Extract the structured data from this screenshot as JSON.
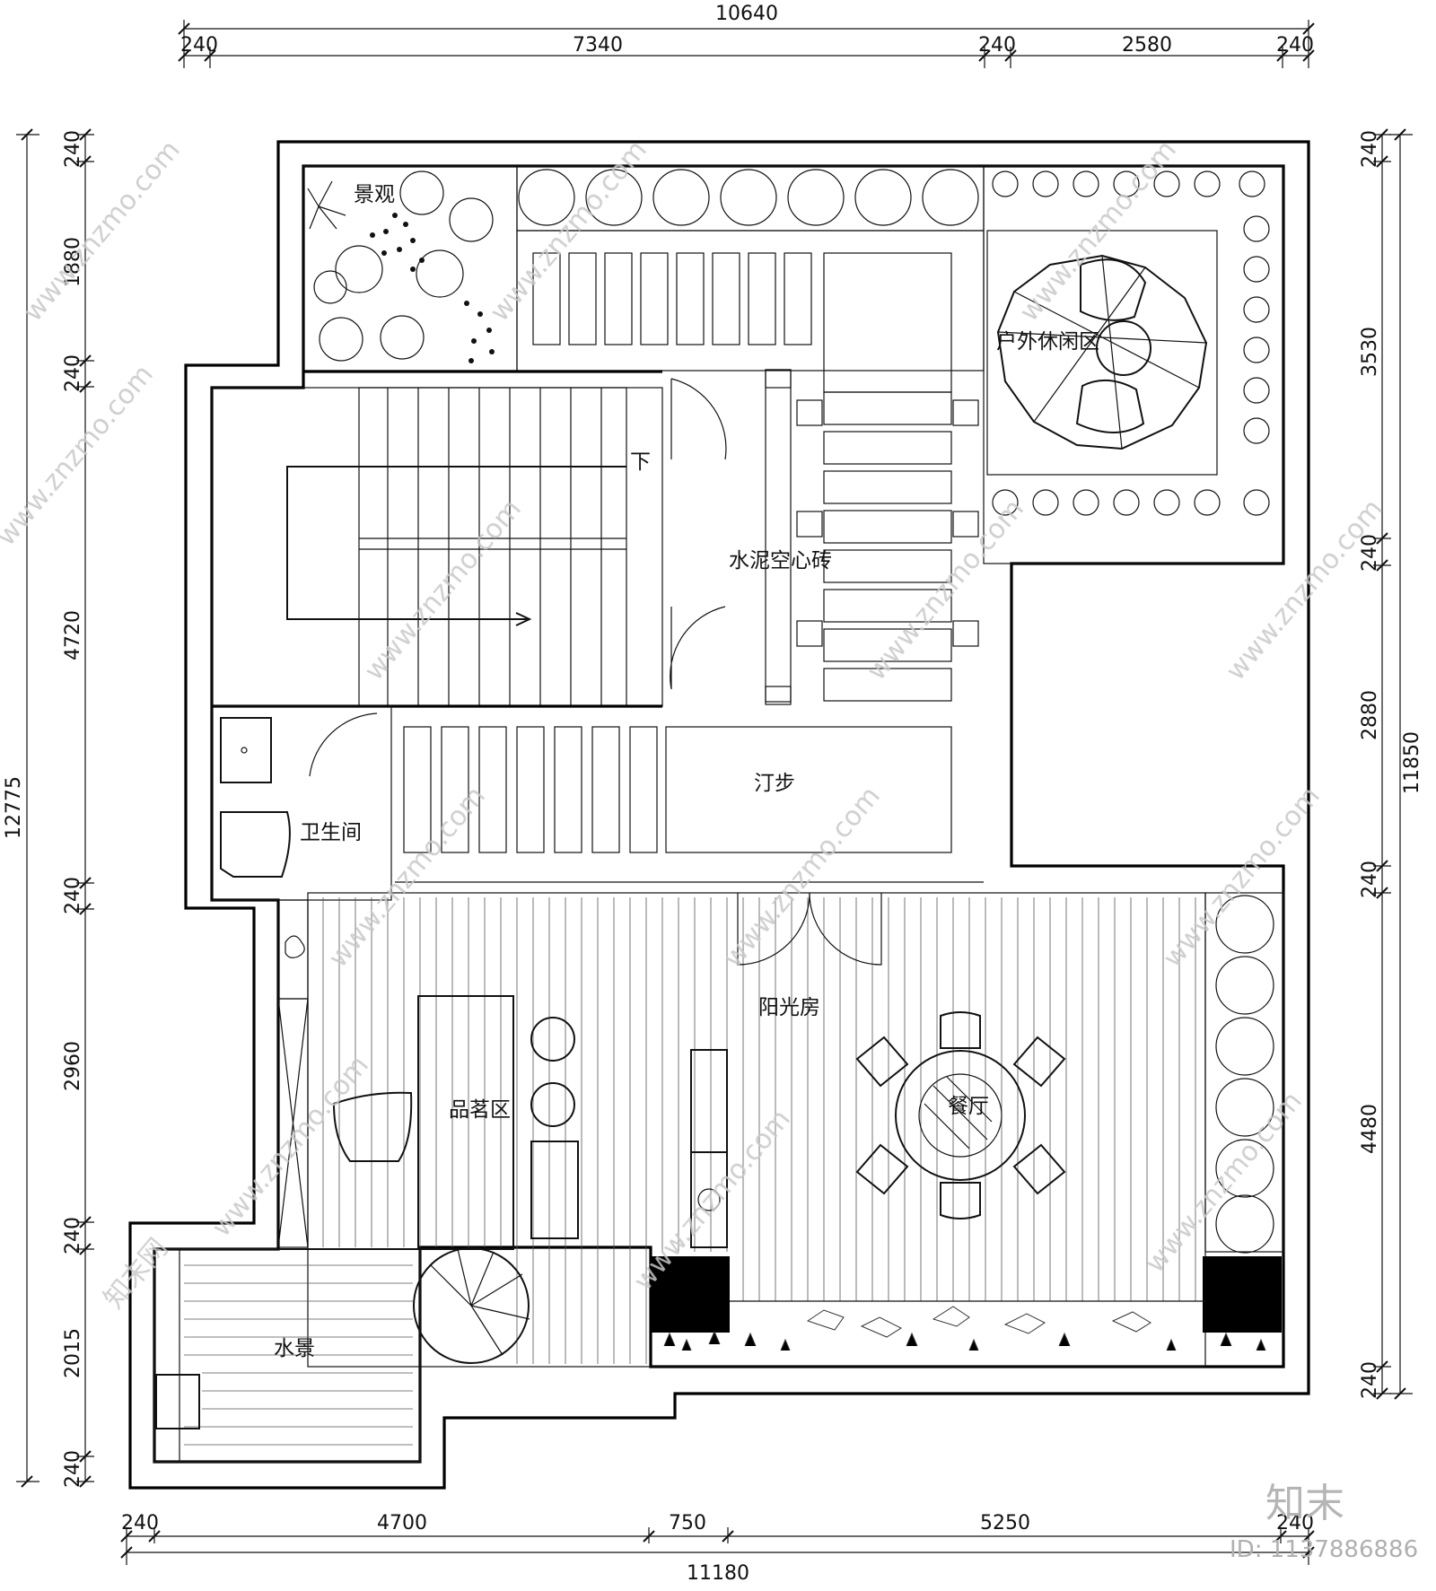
{
  "dimensions": {
    "top_total": "10640",
    "top_segments": [
      "240",
      "7340",
      "240",
      "2580",
      "240"
    ],
    "bottom_total": "11180",
    "bottom_segments": [
      "240",
      "4700",
      "750",
      "5250",
      "240"
    ],
    "left_total": "12775",
    "left_segments": [
      "240",
      "1880",
      "240",
      "4720",
      "240",
      "2960",
      "240",
      "2015",
      "240"
    ],
    "right_total": "11850",
    "right_segments": [
      "240",
      "3530",
      "240",
      "2880",
      "240",
      "4480",
      "240"
    ]
  },
  "rooms": {
    "landscape": "景观",
    "outdoor_leisure": "户外休闲区",
    "down": "下",
    "cement_hollow_brick": "水泥空心砖",
    "stepping_stones": "汀步",
    "bathroom": "卫生间",
    "sunroom": "阳光房",
    "tea_area": "品茗区",
    "dining": "餐厅",
    "water_feature": "水景"
  },
  "watermark": {
    "site": "www.znzmo.com",
    "brand_cn": "知末网",
    "brand_logo": "知末",
    "id_text": "ID: 1137886886"
  }
}
